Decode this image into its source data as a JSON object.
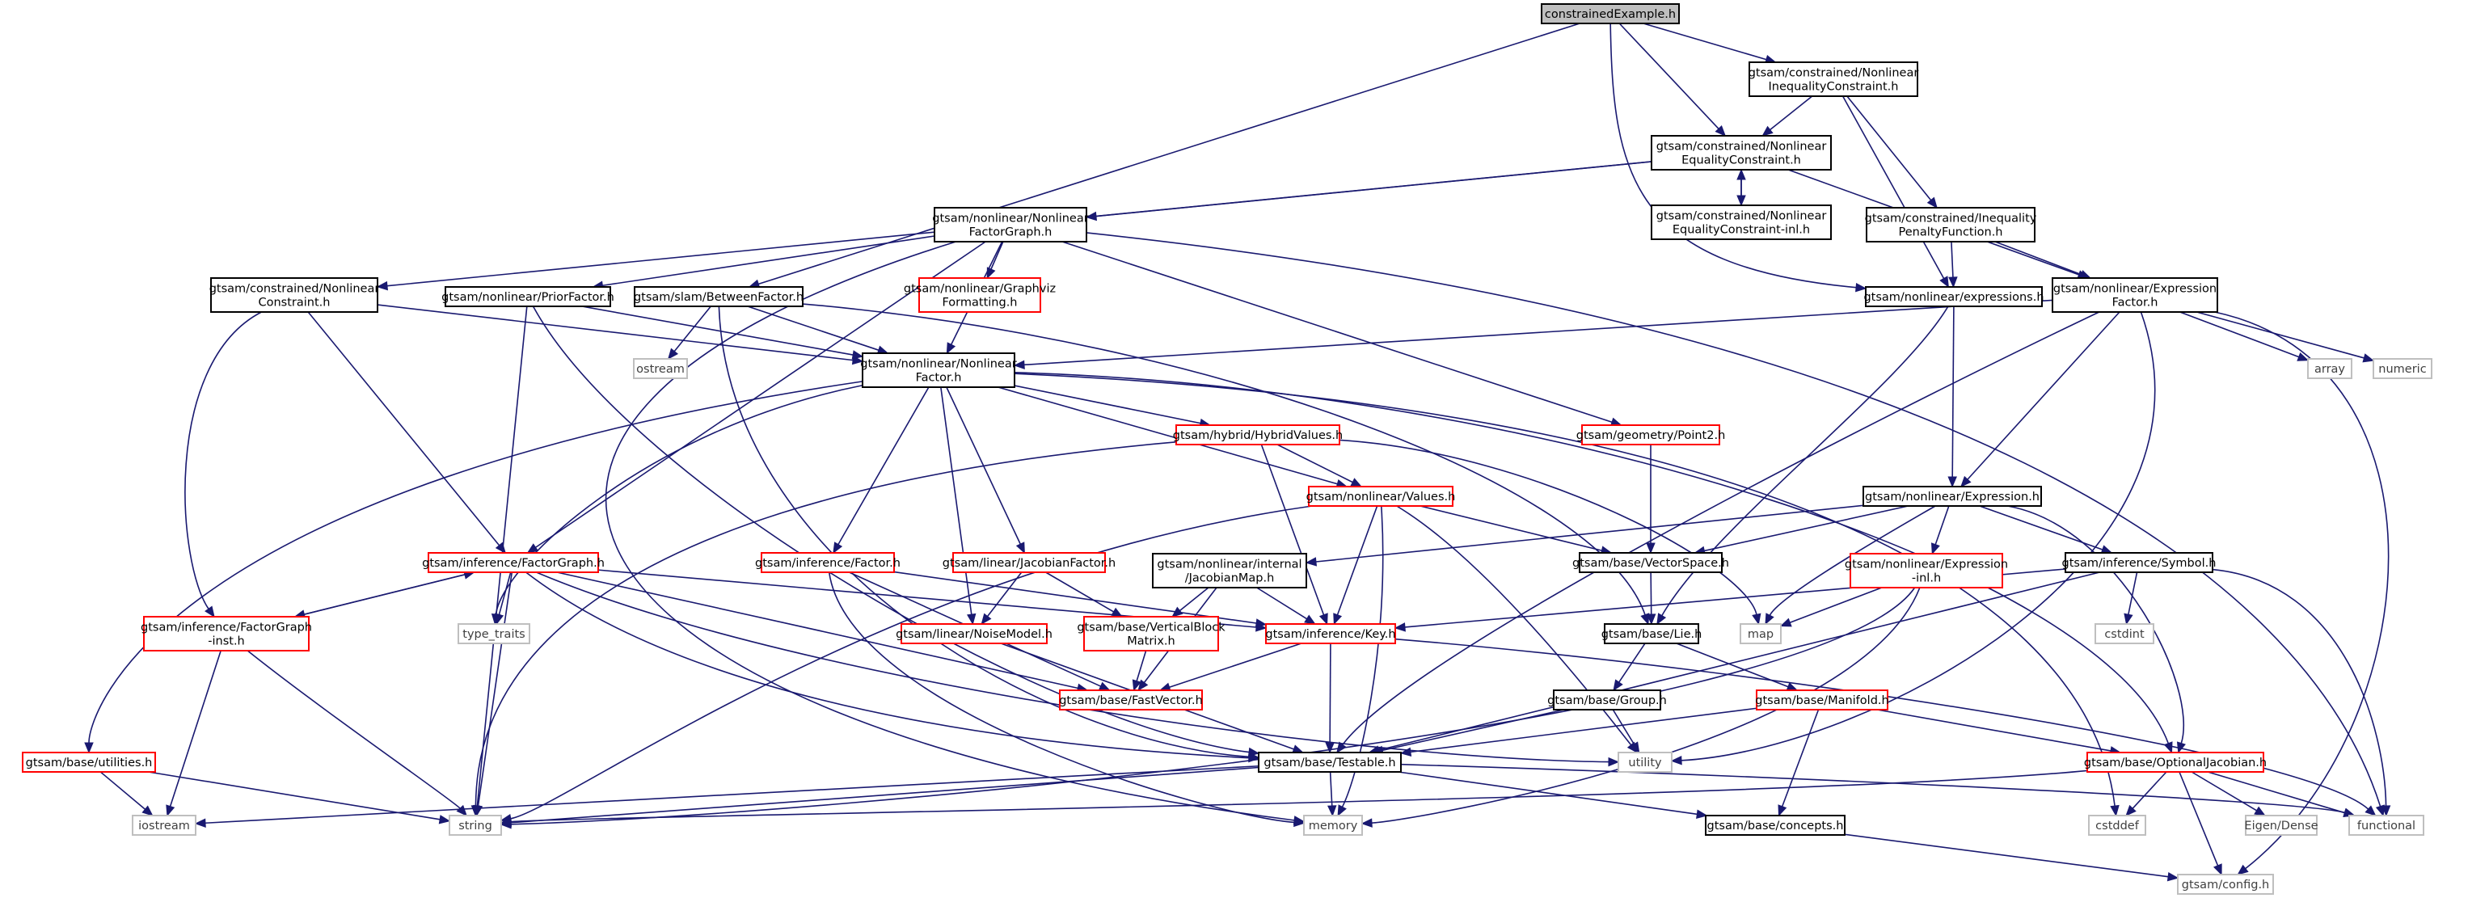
{
  "colors": {
    "root_fill": "#bfbfbf",
    "root_border": "#000000",
    "normal_border": "#000000",
    "incomplete_border": "#ff0000",
    "system_border": "#bfbfbf",
    "system_text": "#404040",
    "text": "#000000",
    "edge": "#191970"
  },
  "nodes": [
    {
      "id": "root",
      "kind": "root",
      "lines": [
        "constrainedExample.h"
      ]
    },
    {
      "id": "nlineq",
      "kind": "normal",
      "lines": [
        "gtsam/constrained/Nonlinear",
        "InequalityConstraint.h"
      ]
    },
    {
      "id": "nleq",
      "kind": "normal",
      "lines": [
        "gtsam/constrained/Nonlinear",
        "EqualityConstraint.h"
      ]
    },
    {
      "id": "nleqinl",
      "kind": "normal",
      "lines": [
        "gtsam/constrained/Nonlinear",
        "EqualityConstraint-inl.h"
      ]
    },
    {
      "id": "ineqpen",
      "kind": "normal",
      "lines": [
        "gtsam/constrained/Inequality",
        "PenaltyFunction.h"
      ]
    },
    {
      "id": "nlfg",
      "kind": "normal",
      "lines": [
        "gtsam/nonlinear/Nonlinear",
        "FactorGraph.h"
      ]
    },
    {
      "id": "graphviz",
      "kind": "incomplete",
      "lines": [
        "gtsam/nonlinear/Graphviz",
        "Formatting.h"
      ]
    },
    {
      "id": "nlconstr",
      "kind": "normal",
      "lines": [
        "gtsam/constrained/Nonlinear",
        "Constraint.h"
      ]
    },
    {
      "id": "prior",
      "kind": "normal",
      "lines": [
        "gtsam/nonlinear/PriorFactor.h"
      ]
    },
    {
      "id": "between",
      "kind": "normal",
      "lines": [
        "gtsam/slam/BetweenFactor.h"
      ]
    },
    {
      "id": "exprs",
      "kind": "normal",
      "lines": [
        "gtsam/nonlinear/expressions.h"
      ]
    },
    {
      "id": "exprfactor",
      "kind": "normal",
      "lines": [
        "gtsam/nonlinear/Expression",
        "Factor.h"
      ]
    },
    {
      "id": "ostream",
      "kind": "system",
      "lines": [
        "ostream"
      ]
    },
    {
      "id": "nlfactor",
      "kind": "normal",
      "lines": [
        "gtsam/nonlinear/Nonlinear",
        "Factor.h"
      ]
    },
    {
      "id": "array",
      "kind": "system",
      "lines": [
        "array"
      ]
    },
    {
      "id": "numeric",
      "kind": "system",
      "lines": [
        "numeric"
      ]
    },
    {
      "id": "hybridvalues",
      "kind": "incomplete",
      "lines": [
        "gtsam/hybrid/HybridValues.h"
      ]
    },
    {
      "id": "point2",
      "kind": "incomplete",
      "lines": [
        "gtsam/geometry/Point2.h"
      ]
    },
    {
      "id": "values",
      "kind": "incomplete",
      "lines": [
        "gtsam/nonlinear/Values.h"
      ]
    },
    {
      "id": "expression",
      "kind": "normal",
      "lines": [
        "gtsam/nonlinear/Expression.h"
      ]
    },
    {
      "id": "factorgraph",
      "kind": "incomplete",
      "lines": [
        "gtsam/inference/FactorGraph.h"
      ]
    },
    {
      "id": "infactor",
      "kind": "incomplete",
      "lines": [
        "gtsam/inference/Factor.h"
      ]
    },
    {
      "id": "jacfactor",
      "kind": "incomplete",
      "lines": [
        "gtsam/linear/JacobianFactor.h"
      ]
    },
    {
      "id": "jacmap",
      "kind": "normal",
      "lines": [
        "gtsam/nonlinear/internal",
        "/JacobianMap.h"
      ]
    },
    {
      "id": "vectorspace",
      "kind": "normal",
      "lines": [
        "gtsam/base/VectorSpace.h"
      ]
    },
    {
      "id": "exprinl",
      "kind": "incomplete",
      "lines": [
        "gtsam/nonlinear/Expression",
        "-inl.h"
      ]
    },
    {
      "id": "symbol",
      "kind": "normal",
      "lines": [
        "gtsam/inference/Symbol.h"
      ]
    },
    {
      "id": "fginst",
      "kind": "incomplete",
      "lines": [
        "gtsam/inference/FactorGraph",
        "-inst.h"
      ]
    },
    {
      "id": "typetraits",
      "kind": "system",
      "lines": [
        "type_traits"
      ]
    },
    {
      "id": "noisemodel",
      "kind": "incomplete",
      "lines": [
        "gtsam/linear/NoiseModel.h"
      ]
    },
    {
      "id": "vblock",
      "kind": "incomplete",
      "lines": [
        "gtsam/base/VerticalBlock",
        "Matrix.h"
      ]
    },
    {
      "id": "key",
      "kind": "incomplete",
      "lines": [
        "gtsam/inference/Key.h"
      ]
    },
    {
      "id": "lie",
      "kind": "normal",
      "lines": [
        "gtsam/base/Lie.h"
      ]
    },
    {
      "id": "map",
      "kind": "system",
      "lines": [
        "map"
      ]
    },
    {
      "id": "cstdint",
      "kind": "system",
      "lines": [
        "cstdint"
      ]
    },
    {
      "id": "fastvector",
      "kind": "incomplete",
      "lines": [
        "gtsam/base/FastVector.h"
      ]
    },
    {
      "id": "group",
      "kind": "normal",
      "lines": [
        "gtsam/base/Group.h"
      ]
    },
    {
      "id": "manifold",
      "kind": "incomplete",
      "lines": [
        "gtsam/base/Manifold.h"
      ]
    },
    {
      "id": "utilities",
      "kind": "incomplete",
      "lines": [
        "gtsam/base/utilities.h"
      ]
    },
    {
      "id": "testable",
      "kind": "normal",
      "lines": [
        "gtsam/base/Testable.h"
      ]
    },
    {
      "id": "utility",
      "kind": "system",
      "lines": [
        "utility"
      ]
    },
    {
      "id": "optjac",
      "kind": "incomplete",
      "lines": [
        "gtsam/base/OptionalJacobian.h"
      ]
    },
    {
      "id": "iostream",
      "kind": "system",
      "lines": [
        "iostream"
      ]
    },
    {
      "id": "string",
      "kind": "system",
      "lines": [
        "string"
      ]
    },
    {
      "id": "memory",
      "kind": "system",
      "lines": [
        "memory"
      ]
    },
    {
      "id": "concepts",
      "kind": "normal",
      "lines": [
        "gtsam/base/concepts.h"
      ]
    },
    {
      "id": "cstddef",
      "kind": "system",
      "lines": [
        "cstddef"
      ]
    },
    {
      "id": "eigendense",
      "kind": "system",
      "lines": [
        "Eigen/Dense"
      ]
    },
    {
      "id": "functional",
      "kind": "system",
      "lines": [
        "functional"
      ]
    },
    {
      "id": "config",
      "kind": "system",
      "lines": [
        "gtsam/config.h"
      ]
    }
  ],
  "edges": [
    [
      "root",
      "nlineq"
    ],
    [
      "root",
      "nleq"
    ],
    [
      "root",
      "between"
    ],
    [
      "root",
      "exprs"
    ],
    [
      "nlineq",
      "nleq"
    ],
    [
      "nlineq",
      "ineqpen"
    ],
    [
      "nlineq",
      "exprs"
    ],
    [
      "nleq",
      "nleqinl"
    ],
    [
      "nleqinl",
      "nleq"
    ],
    [
      "nleq",
      "nlconstr"
    ],
    [
      "nleq",
      "nlfg"
    ],
    [
      "nleq",
      "exprfactor"
    ],
    [
      "ineqpen",
      "exprs"
    ],
    [
      "ineqpen",
      "exprfactor"
    ],
    [
      "nlfg",
      "prior"
    ],
    [
      "nlfg",
      "graphviz"
    ],
    [
      "nlfg",
      "nlfactor"
    ],
    [
      "nlfg",
      "factorgraph"
    ],
    [
      "nlfg",
      "point2"
    ],
    [
      "nlfg",
      "memory"
    ],
    [
      "nlfg",
      "functional"
    ],
    [
      "nlconstr",
      "nlfactor"
    ],
    [
      "nlconstr",
      "factorgraph"
    ],
    [
      "nlconstr",
      "fginst"
    ],
    [
      "prior",
      "nlfactor"
    ],
    [
      "prior",
      "testable"
    ],
    [
      "prior",
      "string"
    ],
    [
      "between",
      "nlfactor"
    ],
    [
      "between",
      "ostream"
    ],
    [
      "between",
      "lie"
    ],
    [
      "between",
      "testable"
    ],
    [
      "exprs",
      "expression"
    ],
    [
      "exprs",
      "lie"
    ],
    [
      "exprfactor",
      "nlfactor"
    ],
    [
      "exprfactor",
      "expression"
    ],
    [
      "exprfactor",
      "array"
    ],
    [
      "exprfactor",
      "numeric"
    ],
    [
      "exprfactor",
      "testable"
    ],
    [
      "exprfactor",
      "utility"
    ],
    [
      "exprfactor",
      "config"
    ],
    [
      "nlfactor",
      "hybridvalues"
    ],
    [
      "nlfactor",
      "values"
    ],
    [
      "nlfactor",
      "infactor"
    ],
    [
      "nlfactor",
      "jacfactor"
    ],
    [
      "nlfactor",
      "noisemodel"
    ],
    [
      "nlfactor",
      "utilities"
    ],
    [
      "nlfactor",
      "typetraits"
    ],
    [
      "nlfactor",
      "cstddef"
    ],
    [
      "nlfactor",
      "optjac"
    ],
    [
      "hybridvalues",
      "values"
    ],
    [
      "hybridvalues",
      "key"
    ],
    [
      "hybridvalues",
      "map"
    ],
    [
      "hybridvalues",
      "string"
    ],
    [
      "point2",
      "vectorspace"
    ],
    [
      "values",
      "key"
    ],
    [
      "values",
      "vectorspace"
    ],
    [
      "values",
      "string"
    ],
    [
      "values",
      "memory"
    ],
    [
      "values",
      "utility"
    ],
    [
      "expression",
      "jacmap"
    ],
    [
      "expression",
      "vectorspace"
    ],
    [
      "expression",
      "exprinl"
    ],
    [
      "expression",
      "symbol"
    ],
    [
      "expression",
      "map"
    ],
    [
      "expression",
      "optjac"
    ],
    [
      "factorgraph",
      "fginst"
    ],
    [
      "fginst",
      "factorgraph"
    ],
    [
      "factorgraph",
      "typetraits"
    ],
    [
      "factorgraph",
      "key"
    ],
    [
      "factorgraph",
      "fastvector"
    ],
    [
      "factorgraph",
      "testable"
    ],
    [
      "factorgraph",
      "string"
    ],
    [
      "factorgraph",
      "utility"
    ],
    [
      "infactor",
      "key"
    ],
    [
      "infactor",
      "fastvector"
    ],
    [
      "infactor",
      "memory"
    ],
    [
      "jacfactor",
      "noisemodel"
    ],
    [
      "jacfactor",
      "vblock"
    ],
    [
      "jacmap",
      "vblock"
    ],
    [
      "jacmap",
      "key"
    ],
    [
      "jacmap",
      "fastvector"
    ],
    [
      "vectorspace",
      "lie"
    ],
    [
      "exprinl",
      "map"
    ],
    [
      "exprinl",
      "string"
    ],
    [
      "exprinl",
      "memory"
    ],
    [
      "symbol",
      "key"
    ],
    [
      "symbol",
      "cstdint"
    ],
    [
      "symbol",
      "functional"
    ],
    [
      "symbol",
      "testable"
    ],
    [
      "fginst",
      "iostream"
    ],
    [
      "fginst",
      "string"
    ],
    [
      "noisemodel",
      "testable"
    ],
    [
      "vblock",
      "fastvector"
    ],
    [
      "key",
      "fastvector"
    ],
    [
      "key",
      "testable"
    ],
    [
      "key",
      "functional"
    ],
    [
      "lie",
      "group"
    ],
    [
      "lie",
      "manifold"
    ],
    [
      "group",
      "testable"
    ],
    [
      "group",
      "utility"
    ],
    [
      "manifold",
      "testable"
    ],
    [
      "manifold",
      "optjac"
    ],
    [
      "manifold",
      "concepts"
    ],
    [
      "utilities",
      "iostream"
    ],
    [
      "utilities",
      "string"
    ],
    [
      "testable",
      "iostream"
    ],
    [
      "testable",
      "string"
    ],
    [
      "testable",
      "memory"
    ],
    [
      "testable",
      "functional"
    ],
    [
      "testable",
      "concepts"
    ],
    [
      "optjac",
      "cstddef"
    ],
    [
      "optjac",
      "eigendense"
    ],
    [
      "optjac",
      "functional"
    ],
    [
      "optjac",
      "config"
    ],
    [
      "optjac",
      "string"
    ],
    [
      "concepts",
      "config"
    ]
  ]
}
